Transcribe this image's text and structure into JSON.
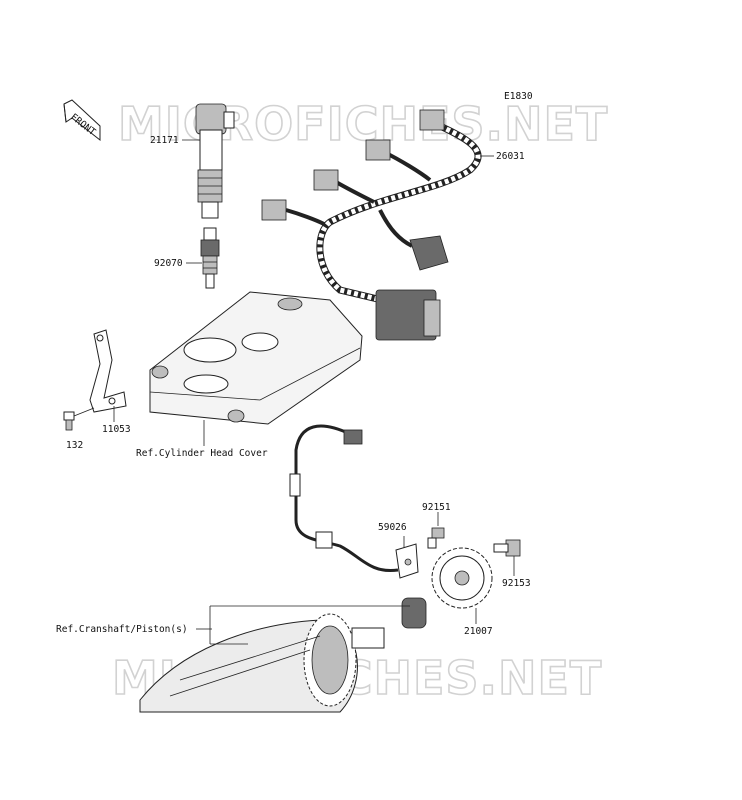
{
  "diagram_code": "E1830",
  "watermark": "MICROFICHES.NET",
  "front_marker": "FRONT",
  "parts": {
    "ignition_coil": "21171",
    "spark_plug": "92070",
    "wire_harness": "26031",
    "bracket": "11053",
    "bolt_small": "132",
    "socket_bolt": "92151",
    "pickup_coil": "59026",
    "rotor": "21007",
    "rotor_bolt": "92153"
  },
  "refs": {
    "cylinder_head_cover": "Ref.Cylinder Head Cover",
    "crankshaft_piston": "Ref.Cranshaft/Piston(s)"
  }
}
